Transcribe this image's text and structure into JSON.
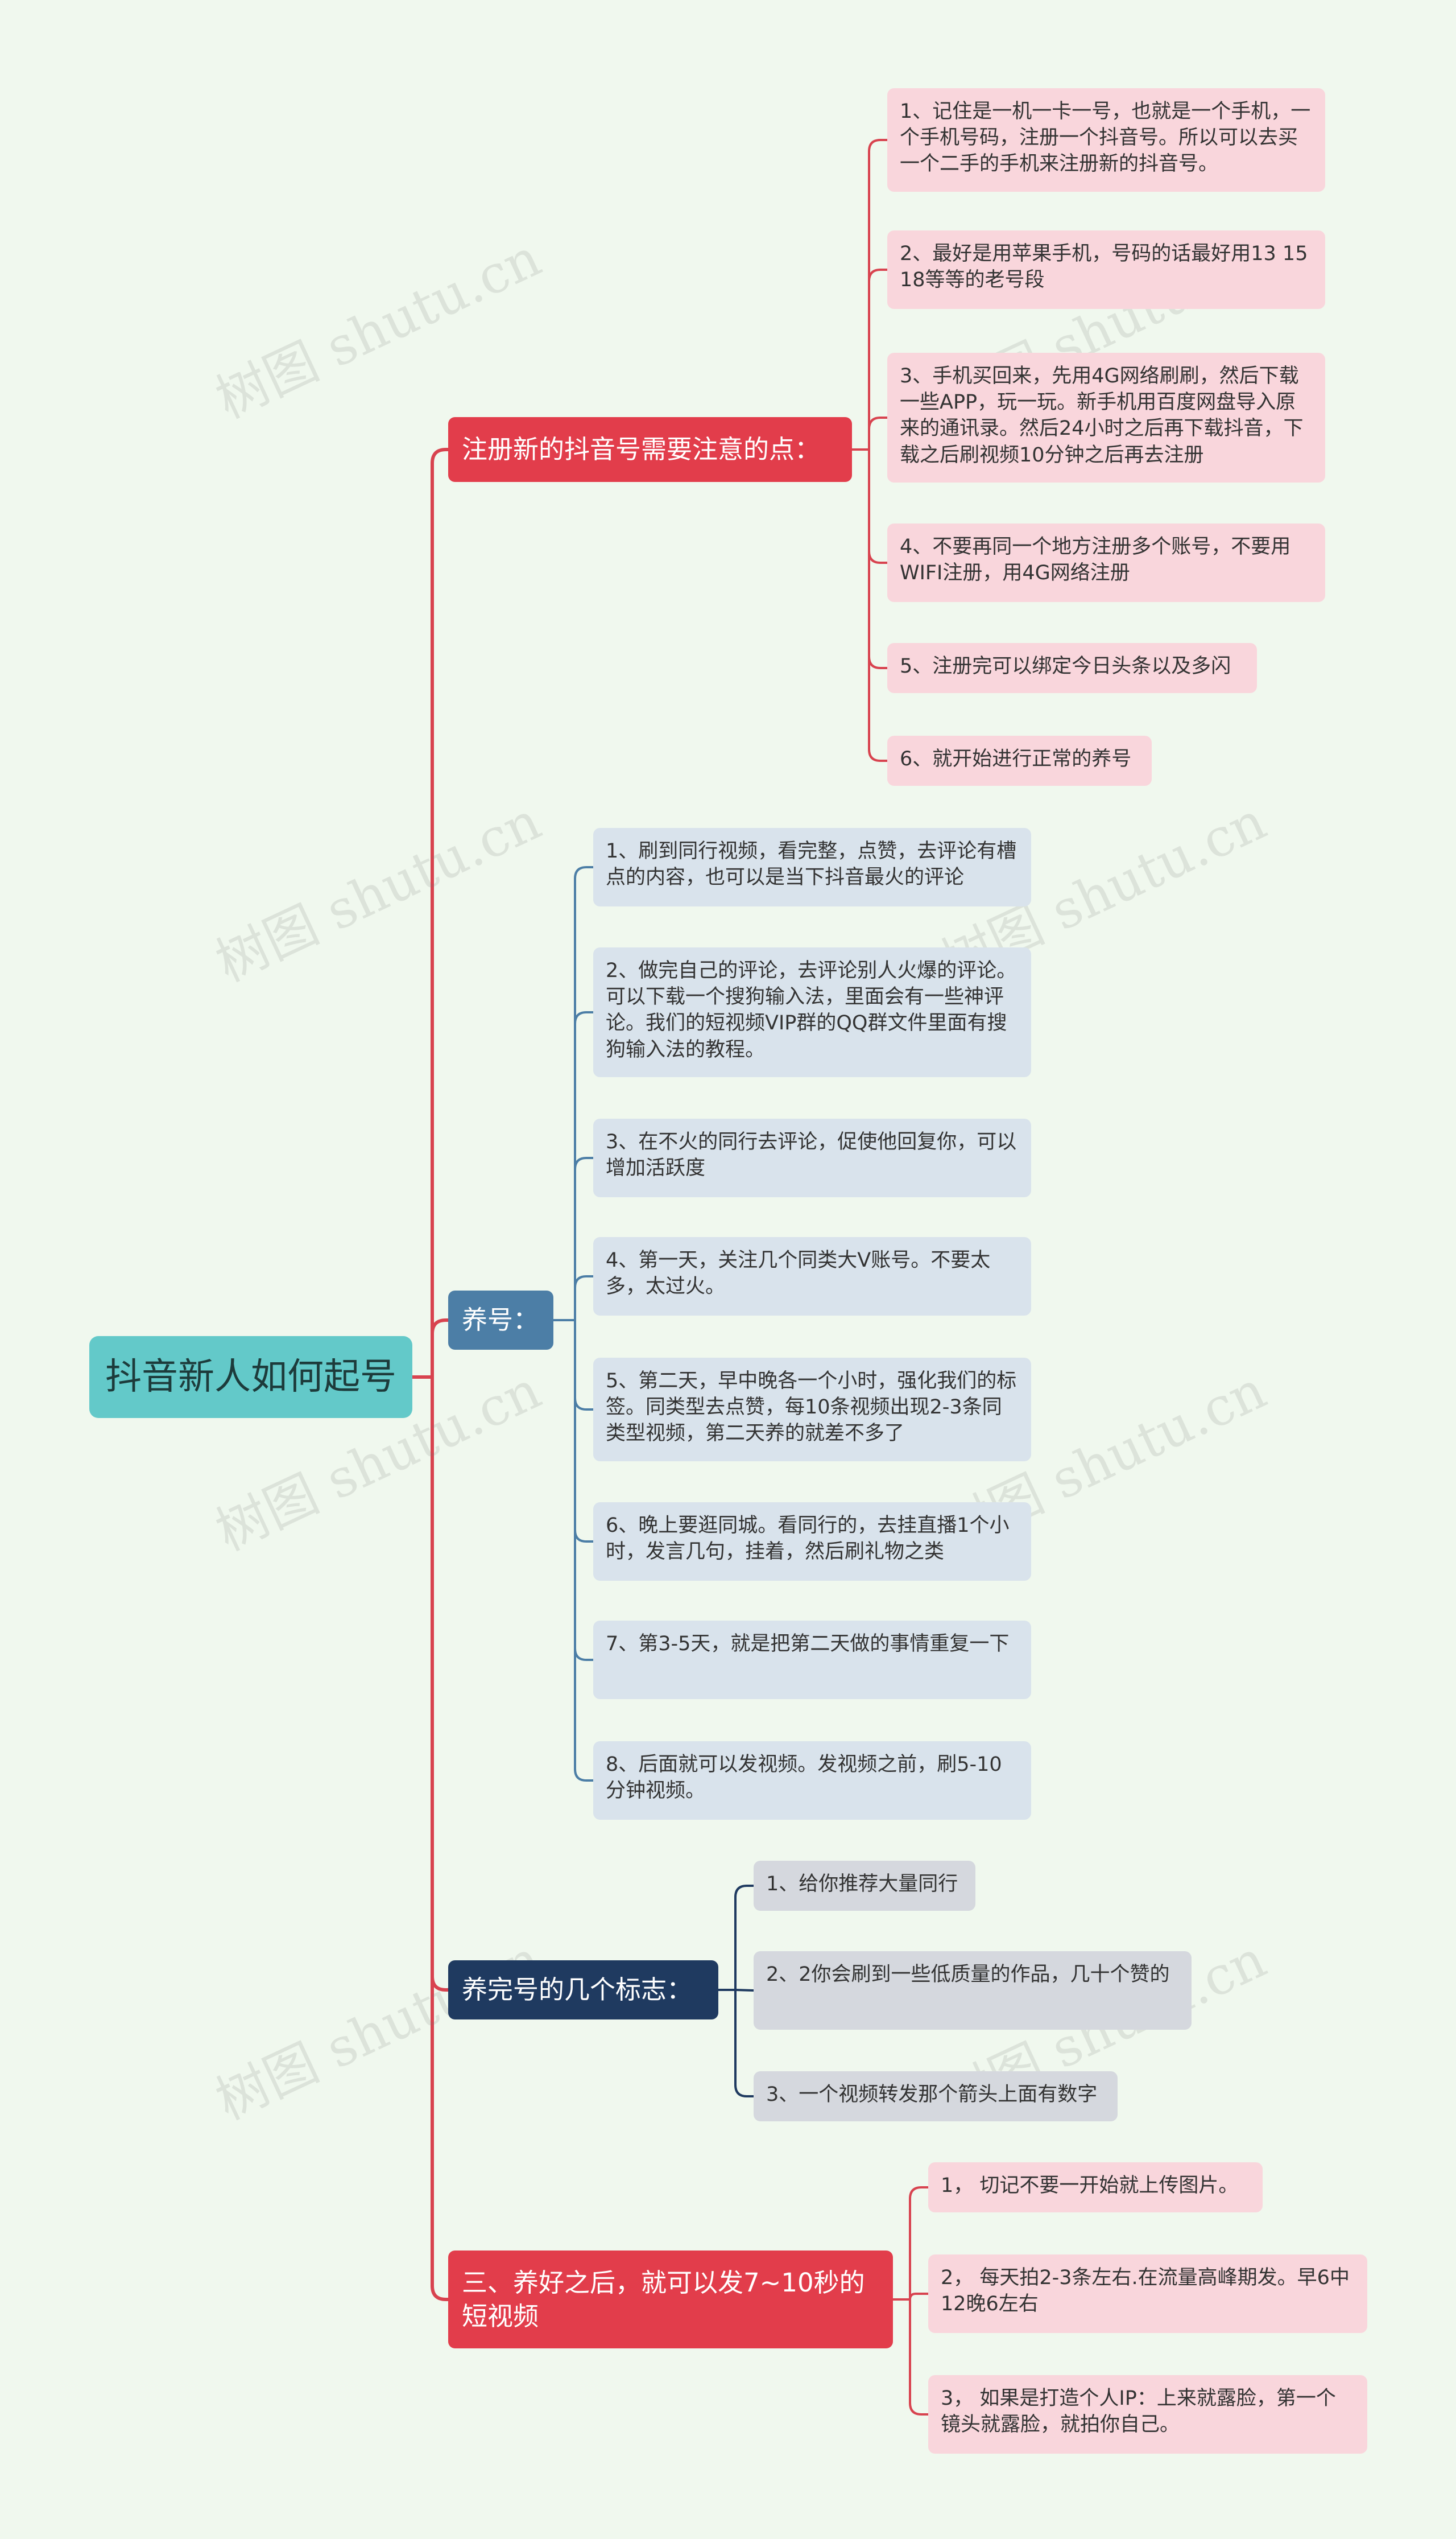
{
  "watermark": "树图 shutu.cn",
  "colors": {
    "background": "#f0f8ee",
    "root": "#63c9c9",
    "branch_red": "#e23d4b",
    "branch_steel": "#4c7ea6",
    "branch_navy": "#1f3a60",
    "leaf_pink": "#f9d6dc",
    "leaf_blue": "#d9e3ec",
    "leaf_gray": "#d5d8de",
    "line_red": "#d8434f",
    "line_blue": "#4c7ea6",
    "line_navy": "#1f3a60"
  },
  "root": {
    "label": "抖音新人如何起号"
  },
  "branches": [
    {
      "label": "注册新的抖音号需要注意的点：",
      "items": [
        "1、记住是一机一卡一号，也就是一个手机，一个手机号码，注册一个抖音号。所以可以去买一个二手的手机来注册新的抖音号。",
        "2、最好是用苹果手机，号码的话最好用13 15 18等等的老号段",
        "3、手机买回来，先用4G网络刷刷，然后下载一些APP，玩一玩。新手机用百度网盘导入原来的通讯录。然后24小时之后再下载抖音，下载之后刷视频10分钟之后再去注册",
        "4、不要再同一个地方注册多个账号，不要用WIFI注册，用4G网络注册",
        "5、注册完可以绑定今日头条以及多闪",
        "6、就开始进行正常的养号"
      ]
    },
    {
      "label": "养号：",
      "items": [
        "1、刷到同行视频，看完整，点赞，去评论有槽点的内容，也可以是当下抖音最火的评论",
        "2、做完自己的评论，去评论别人火爆的评论。可以下载一个搜狗输入法，里面会有一些神评论。我们的短视频VIP群的QQ群文件里面有搜狗输入法的教程。",
        "3、在不火的同行去评论，促使他回复你，可以增加活跃度",
        "4、第一天，关注几个同类大V账号。不要太多，太过火。",
        "5、第二天，早中晚各一个小时，强化我们的标签。同类型去点赞，每10条视频出现2-3条同类型视频，第二天养的就差不多了",
        "6、晚上要逛同城。看同行的，去挂直播1个小时，发言几句，挂着，然后刷礼物之类",
        "7、第3-5天，就是把第二天做的事情重复一下",
        "8、后面就可以发视频。发视频之前，刷5-10分钟视频。"
      ]
    },
    {
      "label": "养完号的几个标志：",
      "items": [
        "1、给你推荐大量同行",
        "2、2你会刷到一些低质量的作品，几十个赞的",
        "3、一个视频转发那个箭头上面有数字"
      ]
    },
    {
      "label": "三、养好之后，就可以发7~10秒的短视频",
      "items": [
        "1， 切记不要一开始就上传图片。",
        "2， 每天拍2-3条左右.在流量高峰期发。早6中12晚6左右",
        "3， 如果是打造个人IP：上来就露脸，第一个镜头就露脸，就拍你自己。"
      ]
    }
  ]
}
